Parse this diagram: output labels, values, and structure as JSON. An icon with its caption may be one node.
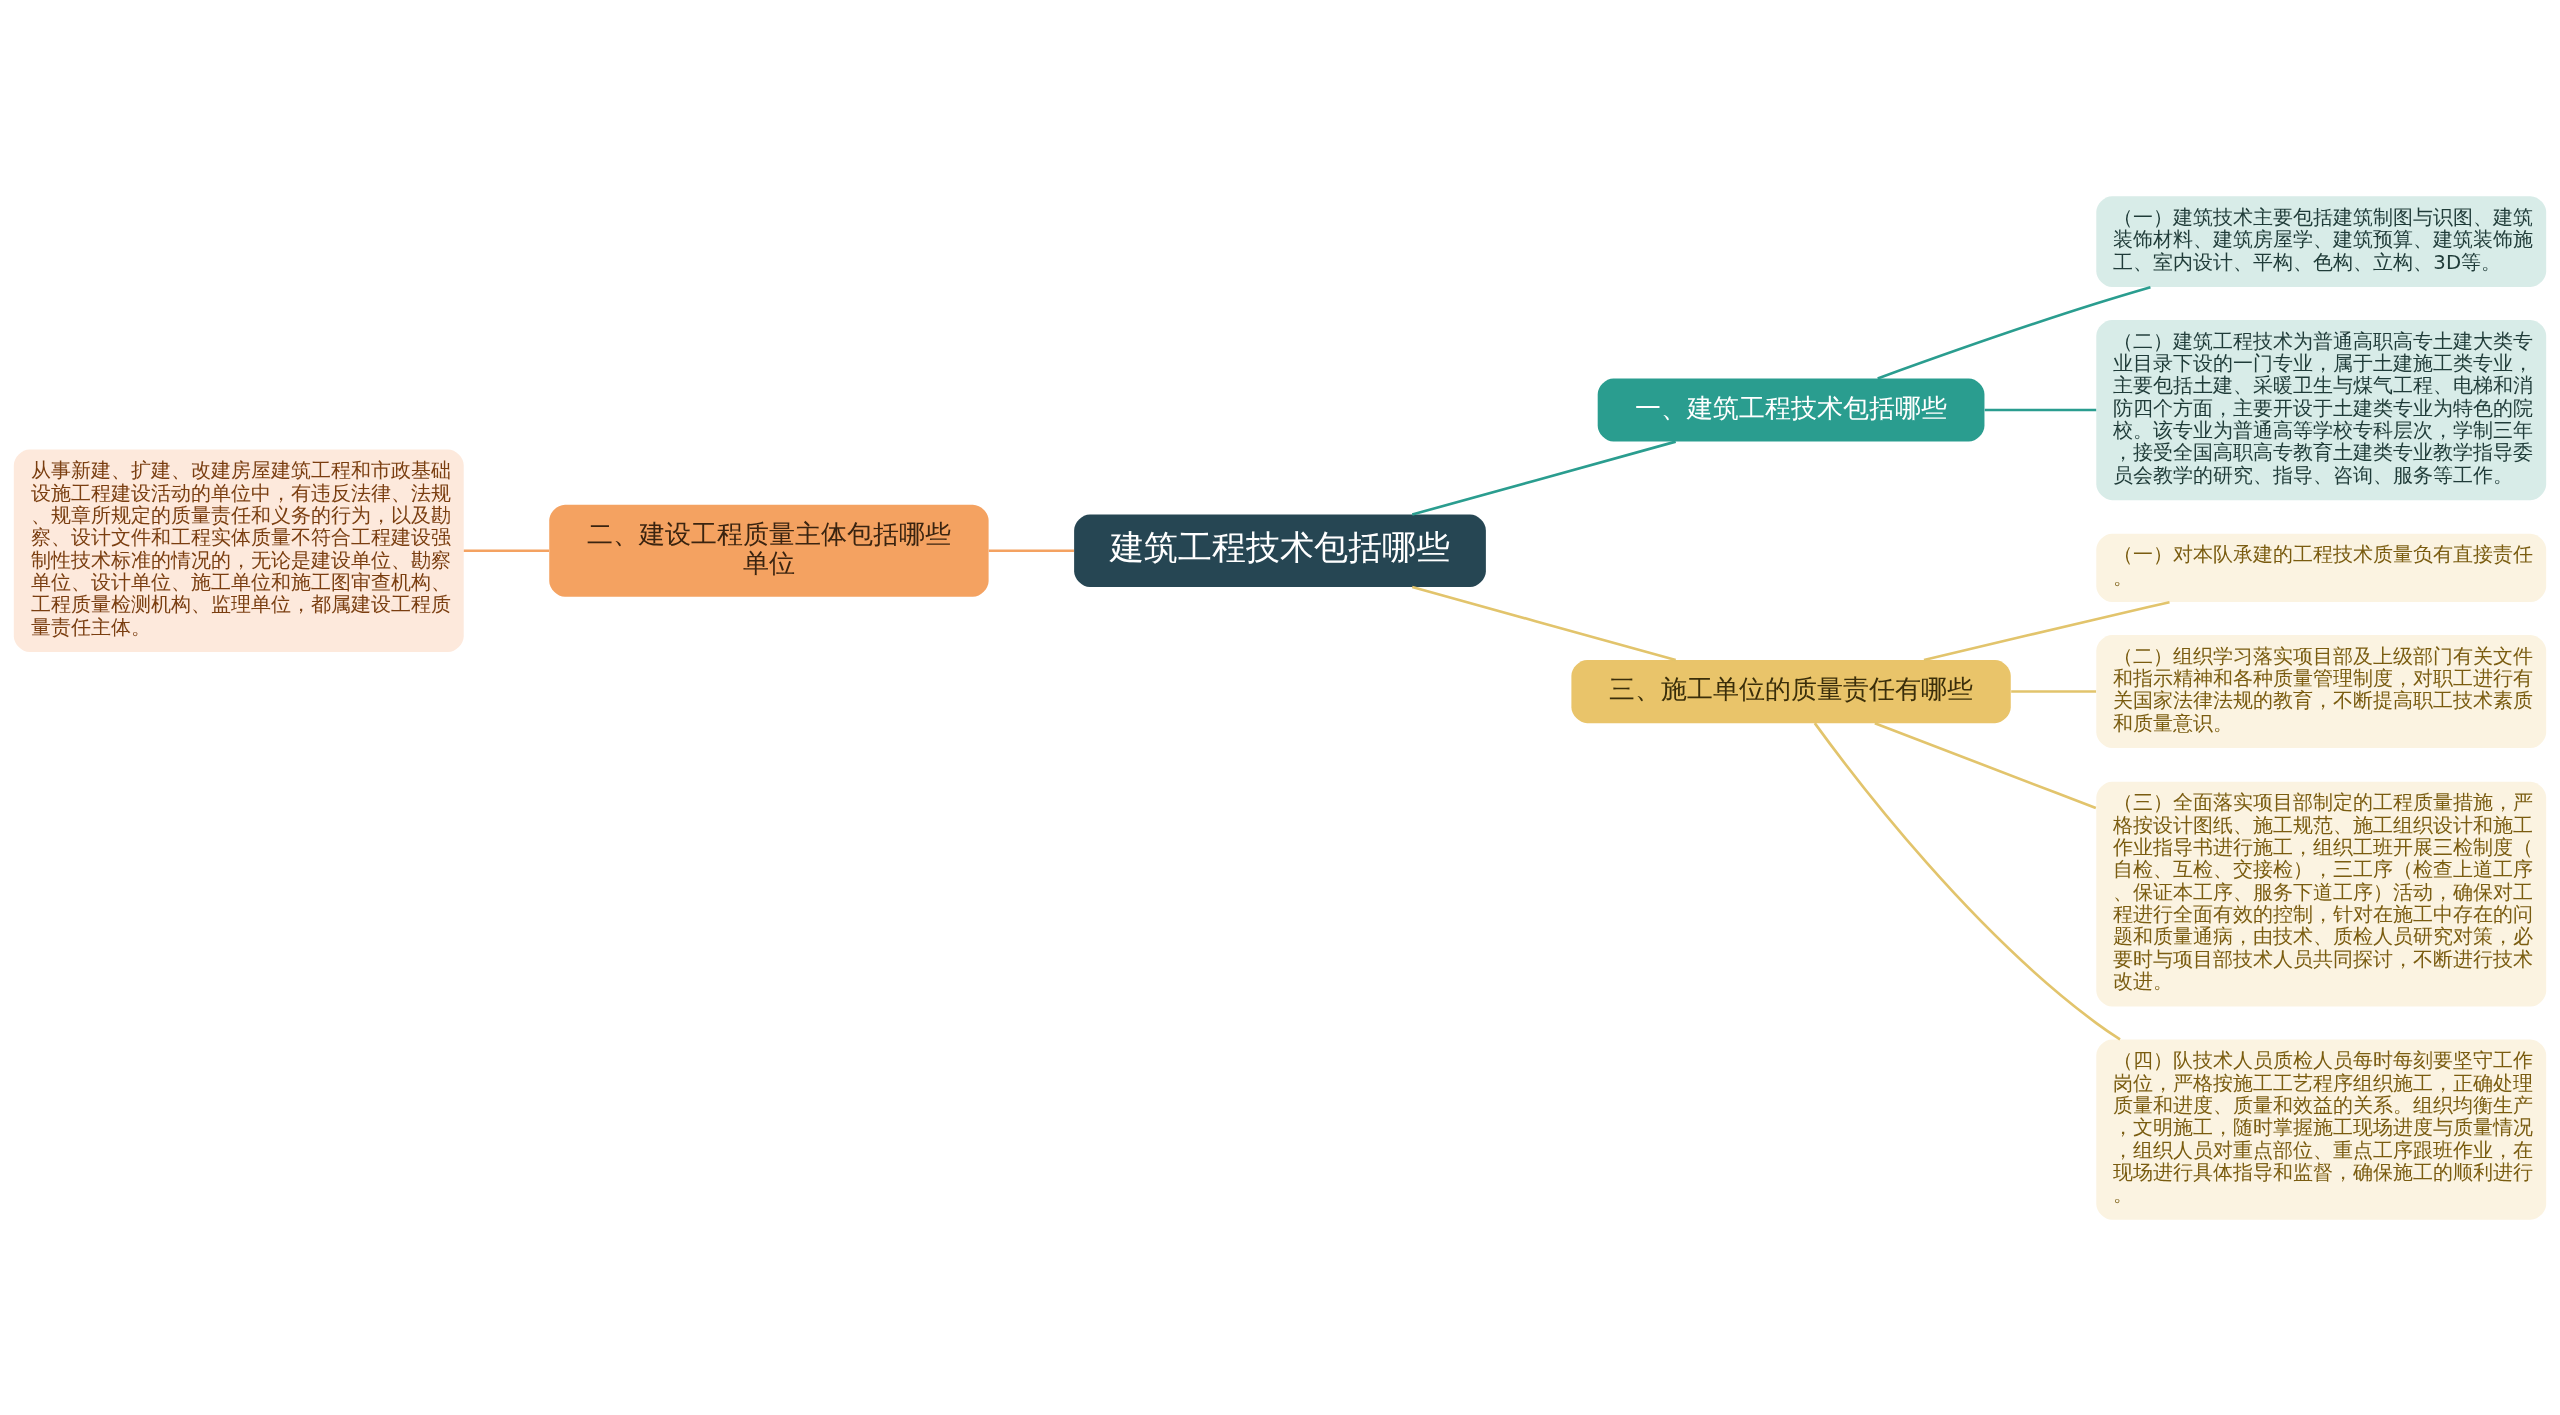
{
  "diagram": {
    "nodes": [
      {
        "text": [
          "建筑工程技术包括哪些"
        ]
      },
      {
        "text": [
          "一、建筑工程技术包括哪些"
        ]
      },
      {
        "text": [
          "（一）建筑技术主要包括建筑制图与识图、建筑装饰材料、建筑房屋学、建筑预算、建筑装饰施工、室内设计、平构、色构、立构、3D等。"
        ]
      },
      {
        "text": [
          "（二）建筑工程技术为普通高职高专土建大类专业目录下设的一门专业，属于土建施工类专业，主要包括土建、采暖卫生与煤气工程、电梯和消防四个方面，主要开设于土建类专业为特色的院校。该专业为普通高等学校专科层次，学制三年，接受全国高职高专教育土建类专业教学指导委员会教学的研究、指导、咨询、服务等工作。"
        ]
      },
      {
        "text": [
          "二、建设工程质量主体包括哪些单位"
        ]
      },
      {
        "text": [
          "从事新建、扩建、改建房屋建筑工程和市政基础设施工程建设活动的单位中，有违反法律、法规、规章所规定的质量责任和义务的行为，以及勘察、设计文件和工程实体质量不符合工程建设强制性技术标准的情况的，无论是建设单位、勘察单位、设计单位、施工单位和施工图审查机构、工程质量检测机构、监理单位，都属建设工程质量责任主体。"
        ]
      },
      {
        "text": [
          "三、施工单位的质量责任有哪些"
        ]
      },
      {
        "text": [
          "（一）对本队承建的工程技术质量负有直接责任。"
        ]
      },
      {
        "text": [
          "（二）组织学习落实项目部及上级部门有关文件和指示精神和各种质量管理制度，对职工进行有关国家法律法规的教育，不断提高职工技术素质和质量意识。"
        ]
      },
      {
        "text": [
          "（三）全面落实项目部制定的工程质量措施，严格按设计图纸、施工规范、施工组织设计和施工作业指导书进行施工，组织工班开展三检制度（自检、互检、交接检），三工序（检查上道工序、保证本工序、服务下道工序）活动，确保对工程进行全面有效的控制，针对在施工中存在的问题和质量通病，由技术、质检人员研究对策，必要时与项目部技术人员共同探讨，不断进行技术改进。"
        ]
      },
      {
        "text": [
          "（四）队技术人员质检人员每时每刻要坚守工作岗位，严格按施工工艺程序组织施工，正确处理质量和进度、质量和效益的关系。组织均衡生产，文明施工，随时掌握施工现场进度与质量情况，组织人员对重点部位、重点工序跟班作业，在现场进行具体指导和监督，确保施工的顺利进行。"
        ]
      }
    ],
    "edges": [
      {
        "from": 0,
        "to": 1,
        "arrow": "none",
        "color": "#2a9d8f"
      },
      {
        "from": 1,
        "to": 2,
        "arrow": "none",
        "color": "#2a9d8f"
      },
      {
        "from": 1,
        "to": 3,
        "arrow": "none",
        "color": "#2a9d8f"
      },
      {
        "from": 0,
        "to": 4,
        "arrow": "none",
        "color": "#f4a261"
      },
      {
        "from": 4,
        "to": 5,
        "arrow": "none",
        "color": "#f4a261"
      },
      {
        "from": 0,
        "to": 6,
        "arrow": "none"
      },
      {
        "from": 6,
        "to": 7,
        "arrow": "none"
      },
      {
        "from": 6,
        "to": 8,
        "arrow": "none"
      },
      {
        "from": 6,
        "to": 9,
        "arrow": "none"
      },
      {
        "from": 6,
        "to": 10,
        "arrow": "none"
      }
    ]
  }
}
